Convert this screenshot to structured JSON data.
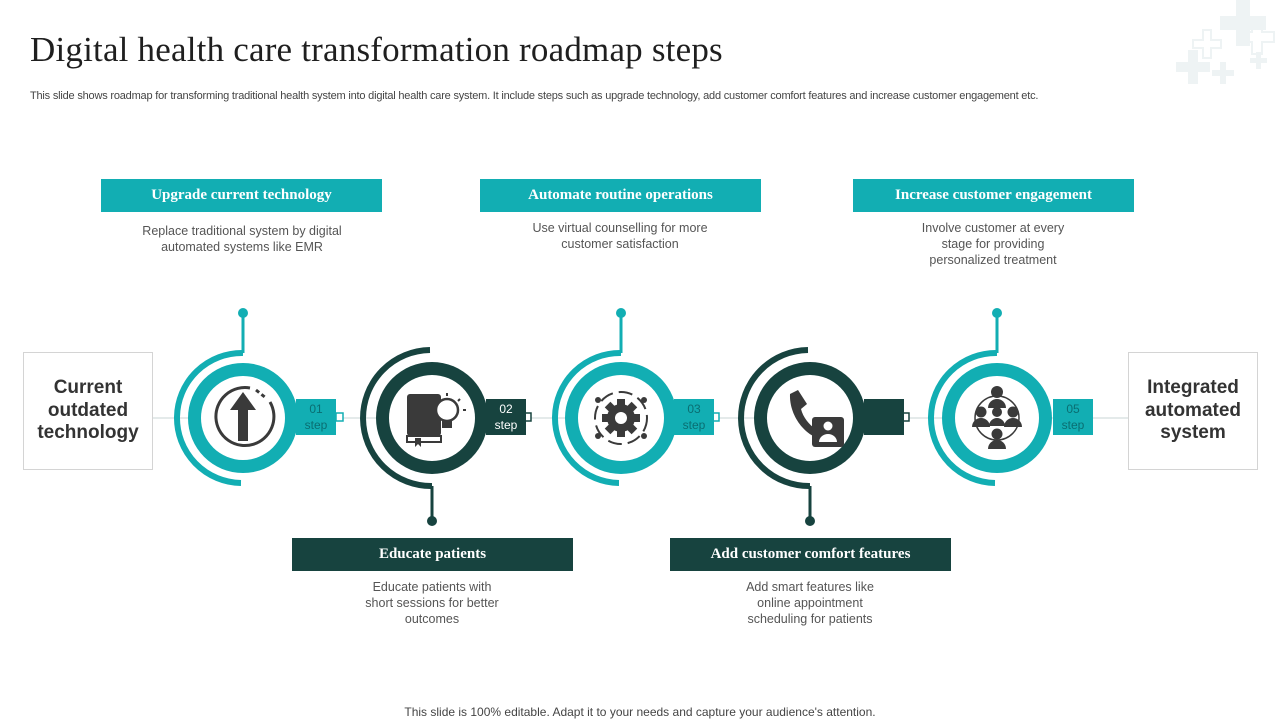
{
  "title": "Digital health care transformation roadmap steps",
  "subtitle": "This slide shows roadmap for transforming traditional health system into digital health care system. It include steps such as upgrade technology, add customer comfort features and increase customer engagement etc.",
  "start_label": "Current outdated technology",
  "end_label": "Integrated automated system",
  "steps": [
    {
      "number": "01",
      "step_word": "step",
      "heading": "Upgrade current technology",
      "description": "Replace traditional system by digital automated systems like EMR",
      "icon": "upgrade-arrow-icon"
    },
    {
      "number": "02",
      "step_word": "step",
      "heading": "Educate patients",
      "description": "Educate patients with short sessions for better outcomes",
      "icon": "book-bulb-icon"
    },
    {
      "number": "03",
      "step_word": "step",
      "heading": "Automate routine operations",
      "description": "Use virtual counselling for more customer satisfaction",
      "icon": "gear-circuit-icon"
    },
    {
      "number": "",
      "step_word": "",
      "heading": "Add customer comfort features",
      "description": "Add smart features like online appointment scheduling for patients",
      "icon": "phone-user-icon"
    },
    {
      "number": "05",
      "step_word": "step",
      "heading": "Increase customer engagement",
      "description": "Involve customer at every stage for providing personalized treatment",
      "icon": "people-network-icon"
    }
  ],
  "footer": "This slide is 100% editable. Adapt it to your needs and capture your audience's attention.",
  "colors": {
    "teal": "#12aeb3",
    "dark": "#17433f",
    "icon": "#3a3a3a"
  }
}
